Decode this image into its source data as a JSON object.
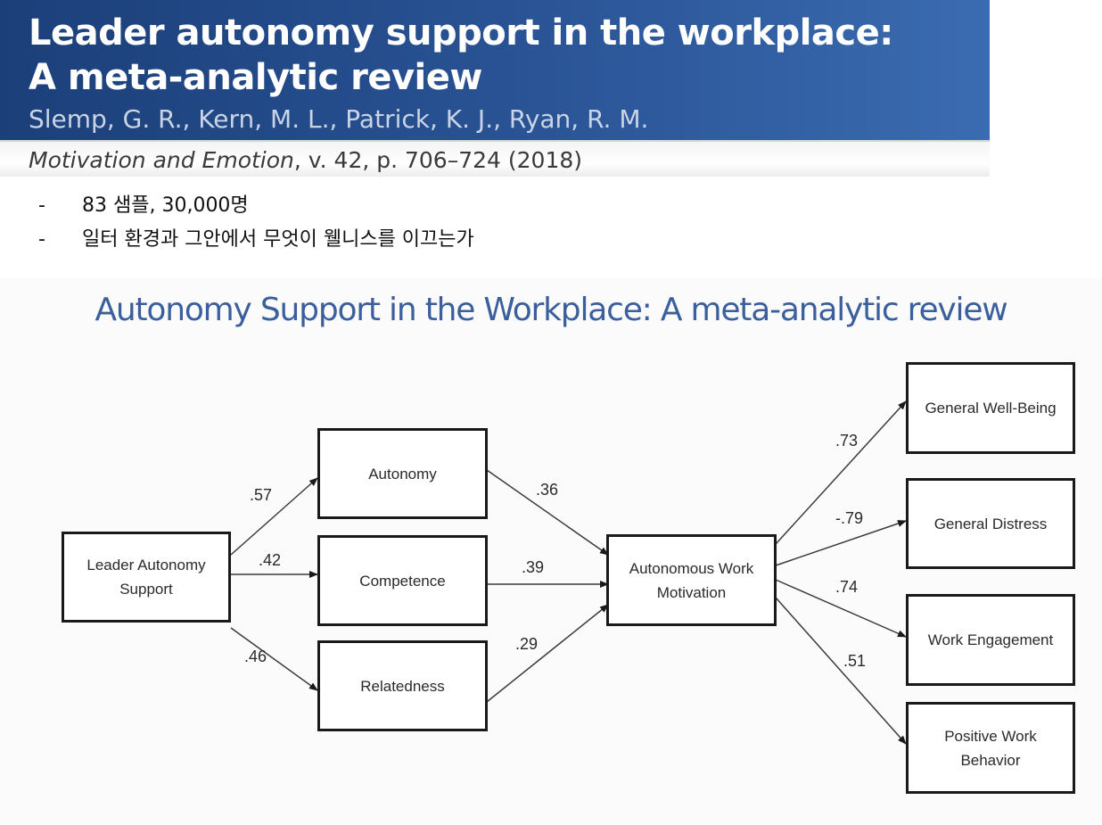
{
  "banner": {
    "title_line1": "Leader autonomy support in the workplace:",
    "title_line2": "A meta-analytic review",
    "authors": "Slemp, G. R., Kern, M. L., Patrick, K. J., Ryan, R. M.",
    "journal_name": "Motivation and Emotion",
    "journal_details": ", v. 42, p. 706–724 (2018)"
  },
  "bullets": [
    {
      "dash": "-",
      "text": "83 샘플, 30,000명"
    },
    {
      "dash": "-",
      "text": "일터 환경과 그안에서 무엇이 웰니스를 이끄는가"
    }
  ],
  "diagram": {
    "title": "Autonomy Support in the Workplace: A meta-analytic review",
    "nodes": {
      "leader": "Leader Autonomy\nSupport",
      "autonomy": "Autonomy",
      "competence": "Competence",
      "relatedness": "Relatedness",
      "motivation": "Autonomous Work\nMotivation",
      "wellbeing": "General Well-Being",
      "distress": "General Distress",
      "engagement": "Work Engagement",
      "behavior": "Positive Work\nBehavior"
    },
    "edges": {
      "leader_autonomy": ".57",
      "leader_competence": ".42",
      "leader_relatedness": ".46",
      "autonomy_motivation": ".36",
      "competence_motivation": ".39",
      "relatedness_motivation": ".29",
      "motivation_wellbeing": ".73",
      "motivation_distress": "-.79",
      "motivation_engagement": ".74",
      "motivation_behavior": ".51"
    }
  },
  "colors": {
    "banner_blue": "#2a5496",
    "diagram_title": "#3b5f9c",
    "line": "#3a3a3a"
  }
}
